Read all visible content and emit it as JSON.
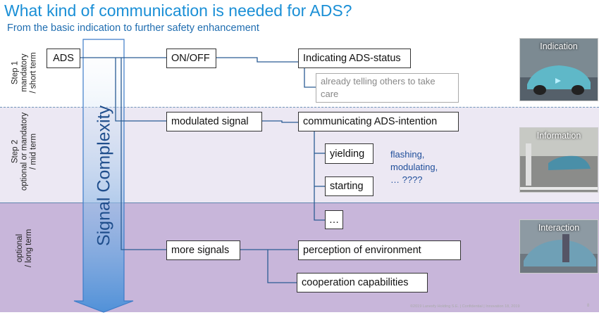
{
  "title": "What kind of communication is needed for ADS?",
  "subtitle": "From the basic indication to further safety enhancement",
  "steps": [
    {
      "label": "Step 1\nmandatory\n/ short term"
    },
    {
      "label": "Step 2\noptional or mandatory\n/ mid term"
    },
    {
      "label": "optional\n/ long term"
    }
  ],
  "arrow_label": "Signal Complexity",
  "boxes": {
    "ads": "ADS",
    "on_off": "ON/OFF",
    "indicating": "Indicating ADS-status",
    "note": "already telling others to take care",
    "modulated": "modulated signal",
    "intention": "communicating ADS-intention",
    "yielding": "yielding",
    "starting": "starting",
    "ellipsis": "…",
    "more_signals": "more signals",
    "perception": "perception of environment",
    "cooperation": "cooperation capabilities"
  },
  "examples": [
    "flashing,",
    "modulating,",
    "… ????"
  ],
  "thumbnails": [
    "Indication",
    "Information",
    "Interaction"
  ],
  "footer": "©2019 Lanesfy Holding S.E. | Confidential | Innovation 18, 2019",
  "page_number": "8",
  "colors": {
    "title": "#1a8fd6",
    "band2": "#ece8f3",
    "band3": "#c8b6da",
    "arrow": "#4a90d9",
    "line": "#2b5c94"
  }
}
